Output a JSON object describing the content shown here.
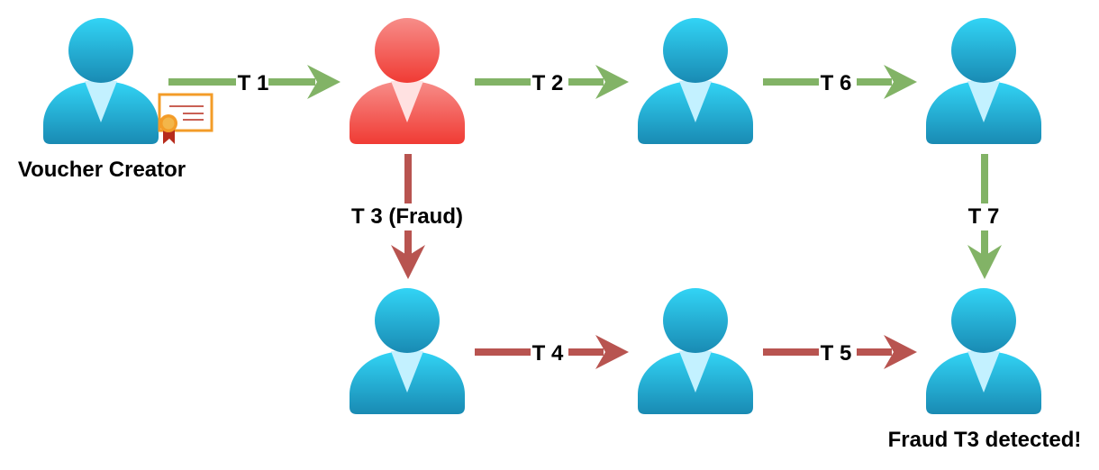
{
  "colors": {
    "person_blue_top": "#32D4F5",
    "person_blue_bottom": "#198AB3",
    "person_red_top": "#F78D89",
    "person_red_bottom": "#F03B34",
    "collar": "#C3F1FF",
    "collar_red": "#FFE1E1",
    "arrow_green": "#82B366",
    "arrow_red": "#B85450",
    "certificate_orange": "#F39C28",
    "certificate_ribbon": "#B72B1C"
  },
  "nodes": {
    "creator": {
      "caption": "Voucher Creator",
      "icon": "person-icon",
      "badge_icon": "certificate-icon"
    },
    "fraudster": {
      "icon": "person-icon",
      "status": "fraud"
    },
    "recipient_t2": {
      "icon": "person-icon"
    },
    "recipient_t6": {
      "icon": "person-icon"
    },
    "recipient_t3": {
      "icon": "person-icon"
    },
    "recipient_t4": {
      "icon": "person-icon"
    },
    "detector": {
      "caption": "Fraud T3 detected!",
      "icon": "person-icon"
    }
  },
  "edges": {
    "t1": {
      "label": "T 1",
      "kind": "legit"
    },
    "t2": {
      "label": "T 2",
      "kind": "legit"
    },
    "t6": {
      "label": "T 6",
      "kind": "legit"
    },
    "t7": {
      "label": "T 7",
      "kind": "legit"
    },
    "t3": {
      "label": "T 3 (Fraud)",
      "kind": "fraud"
    },
    "t4": {
      "label": "T 4",
      "kind": "fraud"
    },
    "t5": {
      "label": "T 5",
      "kind": "fraud"
    }
  }
}
